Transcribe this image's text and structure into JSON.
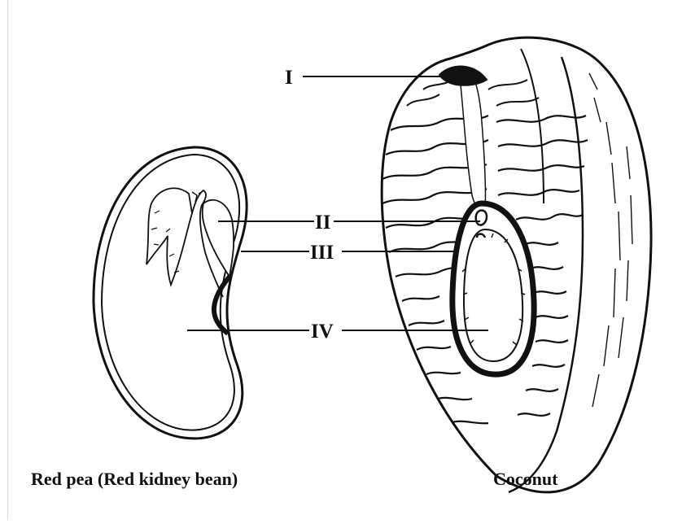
{
  "labels": {
    "I": "I",
    "II": "II",
    "III": "III",
    "IV": "IV"
  },
  "captions": {
    "left": "Red pea (Red kidney bean)",
    "right": "Coconut"
  },
  "colors": {
    "ink": "#111111",
    "paper": "#ffffff",
    "edge": "#d8d8d8"
  }
}
